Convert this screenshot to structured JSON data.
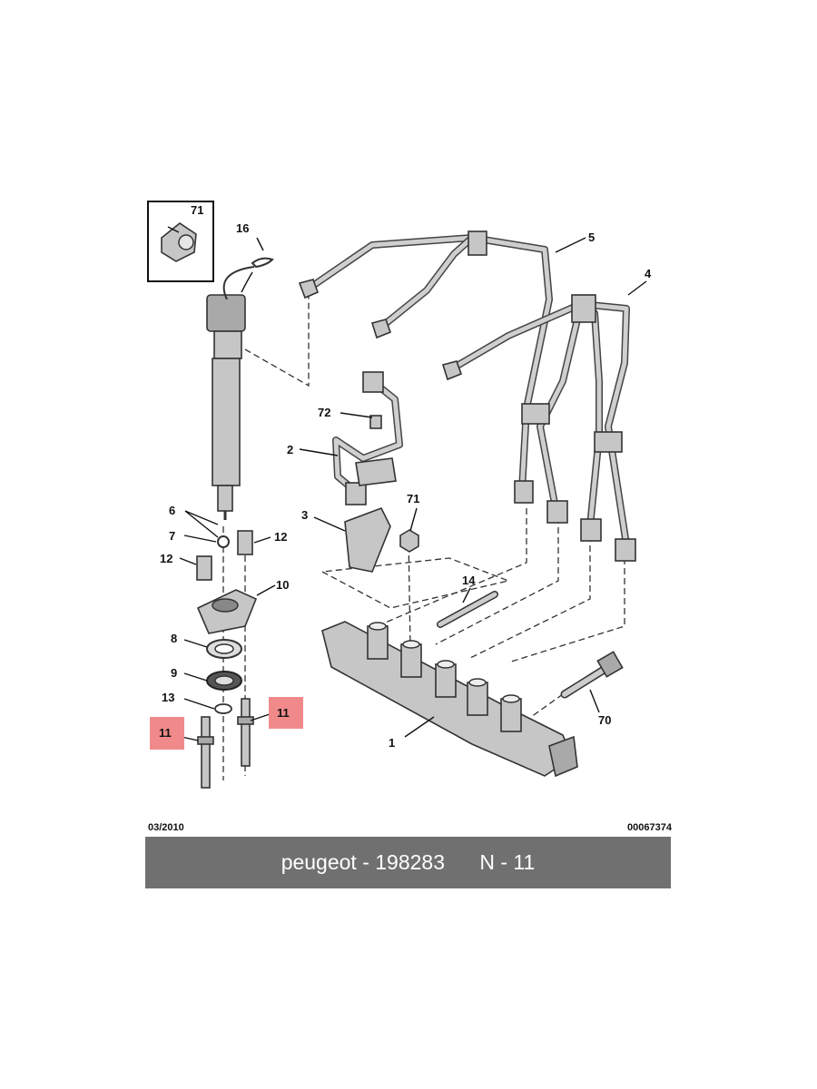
{
  "labels": {
    "l71a": "71",
    "l16": "16",
    "l5": "5",
    "l4": "4",
    "l72": "72",
    "l2": "2",
    "l71b": "71",
    "l3": "3",
    "l6": "6",
    "l7": "7",
    "l12a": "12",
    "l12b": "12",
    "l10": "10",
    "l14": "14",
    "l8": "8",
    "l9": "9",
    "l13": "13",
    "l11a": "11",
    "l11b": "11",
    "l1": "1",
    "l70": "70"
  },
  "footer": {
    "date": "03/2010",
    "reference": "00067374"
  },
  "banner": {
    "brand_part": "peugeot - 198283",
    "qty": "N - 11"
  },
  "colors": {
    "highlight": "#f08a8a",
    "banner_bg": "#707070"
  }
}
